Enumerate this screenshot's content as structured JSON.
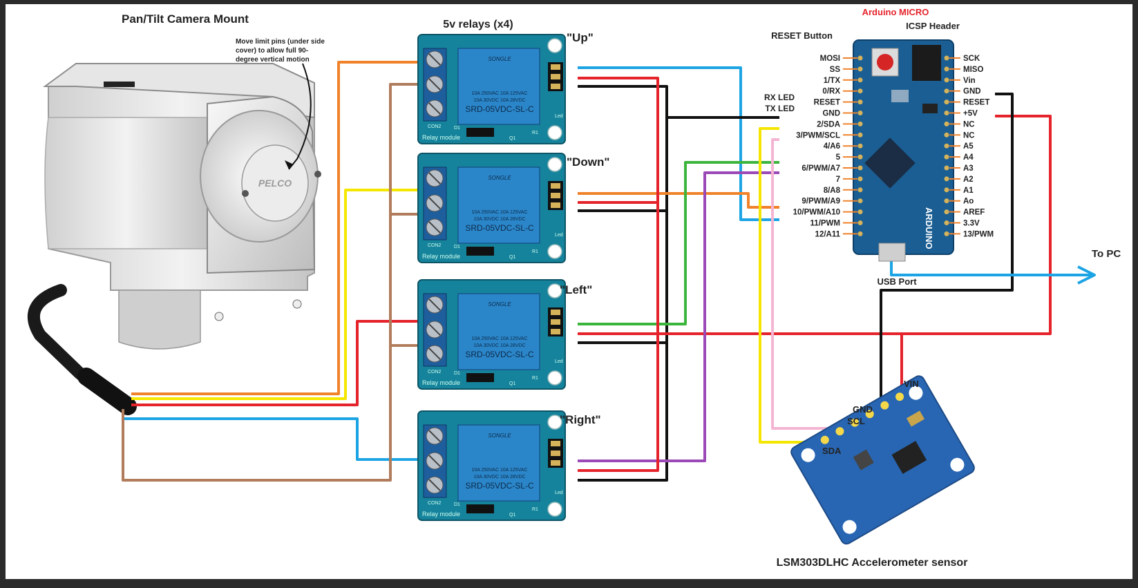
{
  "title": "Pan/Tilt Camera Mount",
  "note_lines": [
    "Move limit pins (under side",
    "cover) to allow full 90-",
    "degree vertical motion"
  ],
  "camera_brand": "PELCO",
  "relays_header": "5v relays (x4)",
  "relay_labels": [
    "\"Up\"",
    "\"Down\"",
    "\"Left\"",
    "\"Right\""
  ],
  "relay_text": {
    "brand": "SONGLE",
    "ratings1": "10A 250VAC  10A 125VAC",
    "ratings2": "10A  30VDC  10A  28VDC",
    "model": "SRD-05VDC-SL-C",
    "module": "Relay module",
    "con": "CON2",
    "d": "D1",
    "q": "Q1",
    "r": "R1",
    "led": "Led"
  },
  "arduino": {
    "title": "Arduino MICRO",
    "reset_button": "RESET Button",
    "icsp_header": "ICSP Header",
    "usb_port": "USB Port",
    "left_pins": [
      "MOSI",
      "SS",
      "1/TX",
      "0/RX",
      "RESET",
      "GND",
      "2/SDA",
      "3/PWM/SCL",
      "4/A6",
      "5",
      "6/PWM/A7",
      "7",
      "8/A8",
      "9/PWM/A9",
      "10/PWM/A10",
      "11/PWM",
      "12/A11"
    ],
    "right_pins": [
      "SCK",
      "MISO",
      "Vin",
      "GND",
      "RESET",
      "+5V",
      "NC",
      "NC",
      "A5",
      "A4",
      "A3",
      "A2",
      "A1",
      "Ao",
      "AREF",
      "3.3V",
      "13/PWM"
    ],
    "rx_led": "RX LED",
    "tx_led": "TX LED",
    "board_text": "ARDUINO"
  },
  "to_pc": "To PC",
  "sensor": {
    "title": "LSM303DLHC Accelerometer sensor",
    "pins": [
      "VIN",
      "GND",
      "SCL",
      "SDA"
    ]
  },
  "colors": {
    "orange": "#f0822a",
    "yellow": "#f5e600",
    "red": "#e5232b",
    "blue": "#1da4e4",
    "brown": "#b07c5c",
    "black": "#111111",
    "green": "#3cb53c",
    "purple": "#9b49b6",
    "pink": "#f4b5d2",
    "relay_board": "#16839c",
    "arduino_board": "#1b5e93"
  }
}
